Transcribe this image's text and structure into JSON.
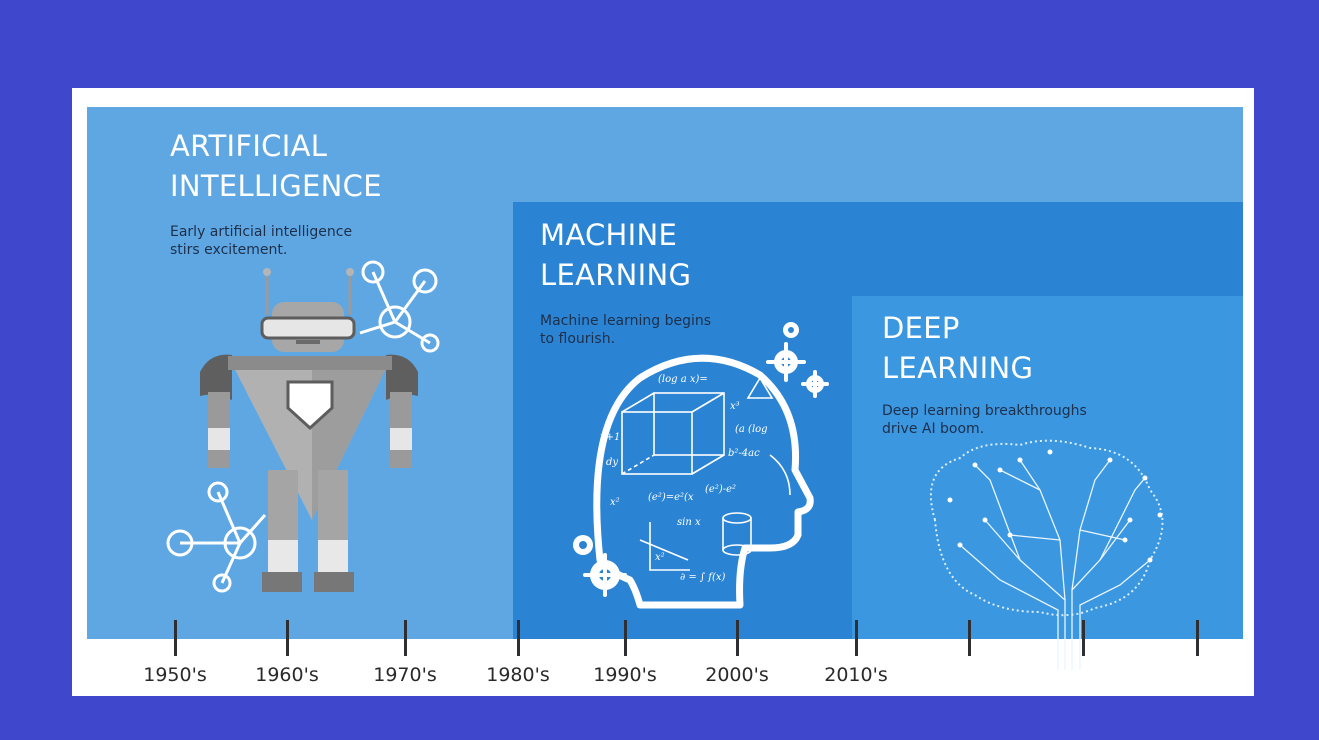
{
  "eras": {
    "ai": {
      "title_line1": "ARTIFICIAL",
      "title_line2": "INTELLIGENCE",
      "desc_line1": "Early artificial intelligence",
      "desc_line2": "stirs excitement.",
      "color": "#5ea7e3"
    },
    "ml": {
      "title_line1": "MACHINE",
      "title_line2": "LEARNING",
      "desc_line1": "Machine learning begins",
      "desc_line2": "to flourish.",
      "color": "#2b84d3"
    },
    "dl": {
      "title_line1": "DEEP",
      "title_line2": "LEARNING",
      "desc_line1": "Deep learning breakthroughs",
      "desc_line2": "drive AI boom.",
      "color": "#3a97e0"
    }
  },
  "timeline": {
    "labels": [
      "1950's",
      "1960's",
      "1970's",
      "1980's",
      "1990's",
      "2000's",
      "2010's"
    ]
  },
  "illustrations": {
    "ai": "robot-icon",
    "ml": "head-with-formulas-icon",
    "dl": "circuit-brain-icon"
  },
  "colors": {
    "background": "#3f48cc",
    "frame": "#ffffff"
  }
}
